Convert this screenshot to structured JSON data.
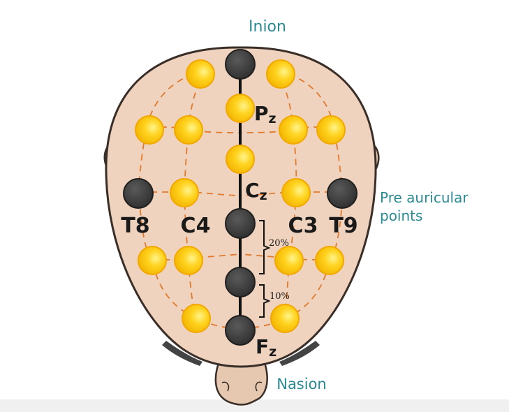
{
  "labels": {
    "inion": "Inion",
    "nasion": "Nasion",
    "pre_auricular_line1": "Pre auricular",
    "pre_auricular_line2": "points",
    "pz_main": "P",
    "pz_sub": "z",
    "cz_main": "C",
    "cz_sub": "z",
    "fz_main": "F",
    "fz_sub": "z",
    "t8": "T8",
    "c4": "C4",
    "c3": "C3",
    "t9": "T9",
    "pct_20": "20%",
    "pct_10": "10%"
  },
  "colors": {
    "skin": "#efd3be",
    "ear": "#e8cbb3",
    "outline": "#3a2e28",
    "gold": "#f7c100",
    "gold_light": "#fff27a",
    "dark_electrode": "#3a3a3a",
    "dashed": "#e07a2e",
    "teal": "#2a8a92"
  }
}
